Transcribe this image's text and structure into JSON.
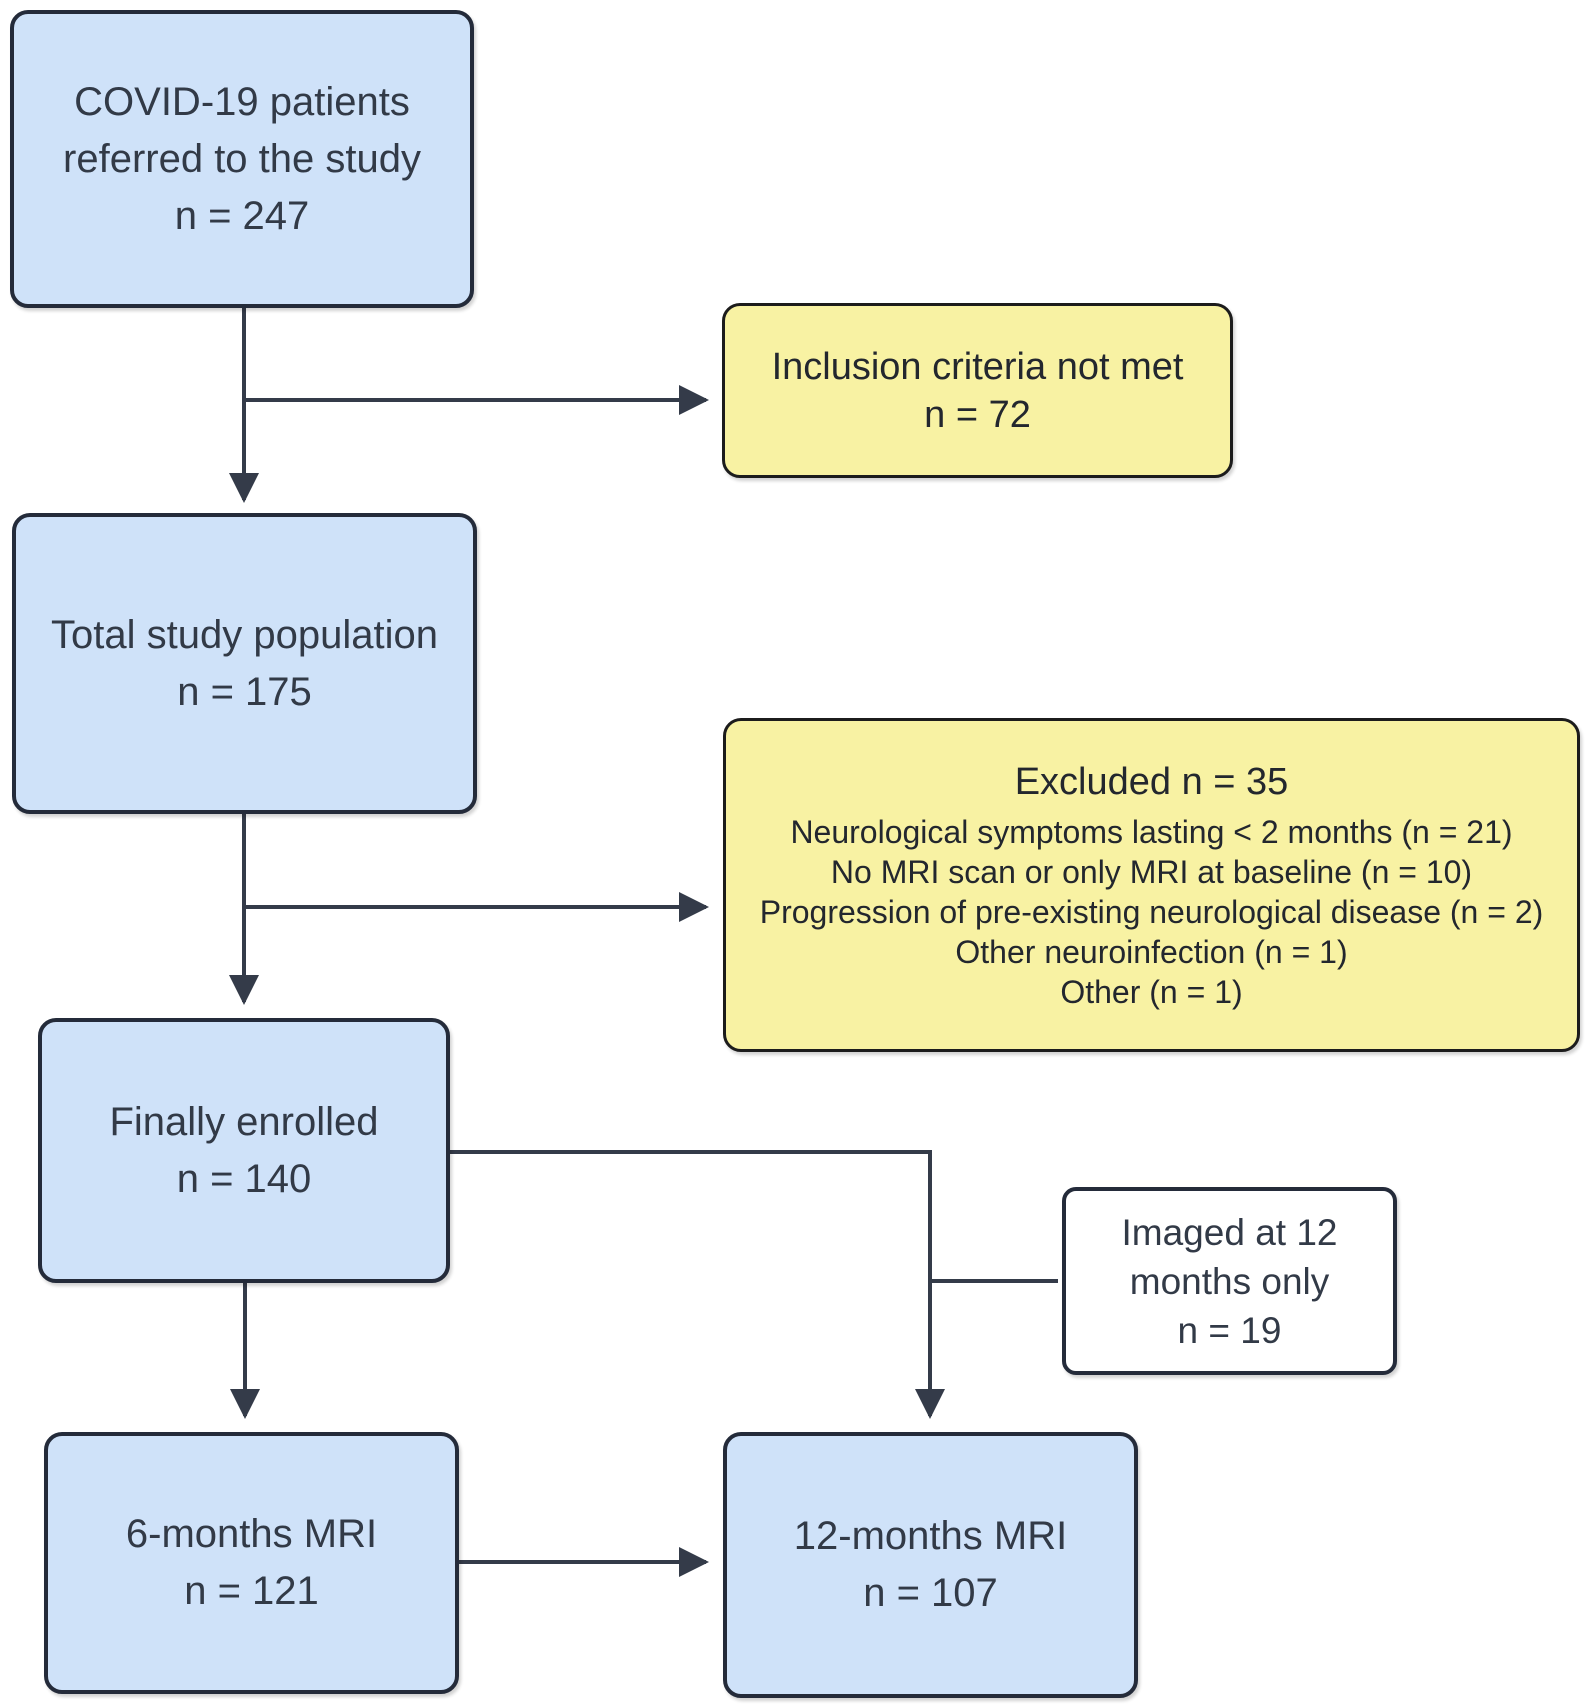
{
  "diagram_type": "study-enrollment-flowchart",
  "colors": {
    "box_blue_fill": "#cfe2f9",
    "box_yellow_fill": "#f8f2a3",
    "box_white_fill": "#ffffff",
    "box_border_dark": "#242b3a",
    "box_border_black": "#1c1c1c",
    "connector_line": "#343b49",
    "text_dark": "#323a47"
  },
  "boxes": {
    "referred": {
      "line1": "COVID-19 patients",
      "line2": "referred to the study",
      "count": "n = 247"
    },
    "inclusion_not_met": {
      "line1": "Inclusion criteria not met",
      "count": "n = 72"
    },
    "total_population": {
      "line1": "Total study population",
      "count": "n = 175"
    },
    "excluded": {
      "title": "Excluded n = 35",
      "items": [
        "Neurological symptoms lasting < 2 months (n = 21)",
        "No MRI scan or only MRI at baseline (n = 10)",
        "Progression of pre-existing neurological disease (n = 2)",
        "Other neuroinfection (n = 1)",
        "Other (n = 1)"
      ]
    },
    "finally_enrolled": {
      "line1": "Finally enrolled",
      "count": "n = 140"
    },
    "imaged_12_only": {
      "line1": "Imaged at 12",
      "line2": "months only",
      "count": "n = 19"
    },
    "mri_6": {
      "line1": "6-months MRI",
      "count": "n = 121"
    },
    "mri_12": {
      "line1": "12-months MRI",
      "count": "n = 107"
    }
  }
}
